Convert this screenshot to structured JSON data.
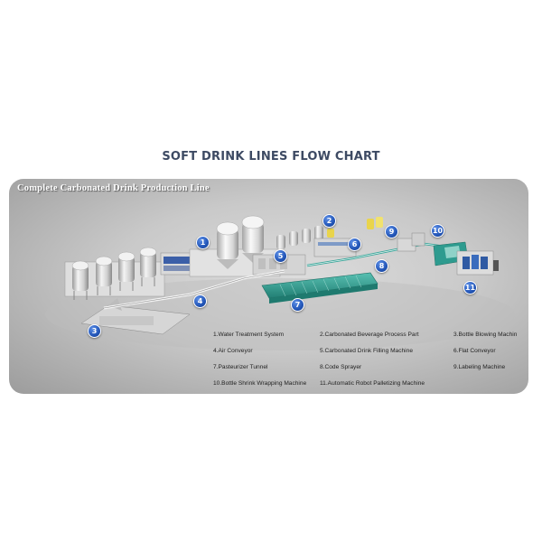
{
  "page_title": "SOFT DRINK LINES FLOW CHART",
  "panel_title": "Complete Carbonated Drink Production Line",
  "badges": [
    "1",
    "2",
    "3",
    "4",
    "5",
    "6",
    "7",
    "8",
    "9",
    "10",
    "11"
  ],
  "legend": [
    "1.Water Treatment System",
    "2.Carbonated Beverage Process Part",
    "3.Bottle Blowing Machin",
    "4.Air Conveyor",
    "5.Carbonated Drink Filling Machine",
    "6.Flat Conveyor",
    "7.Pasteurizer Tunnel",
    "8.Code Sprayer",
    "9.Labeling Machine",
    "10.Bottle Shrink Wrapping Machine",
    "11.Automatic Robot Palletizing Machine"
  ],
  "colors": {
    "title": "#3d4a63",
    "badge": "#2356b8",
    "tunnel": "#2f9c8f",
    "equipment": "#e8e8e8"
  }
}
